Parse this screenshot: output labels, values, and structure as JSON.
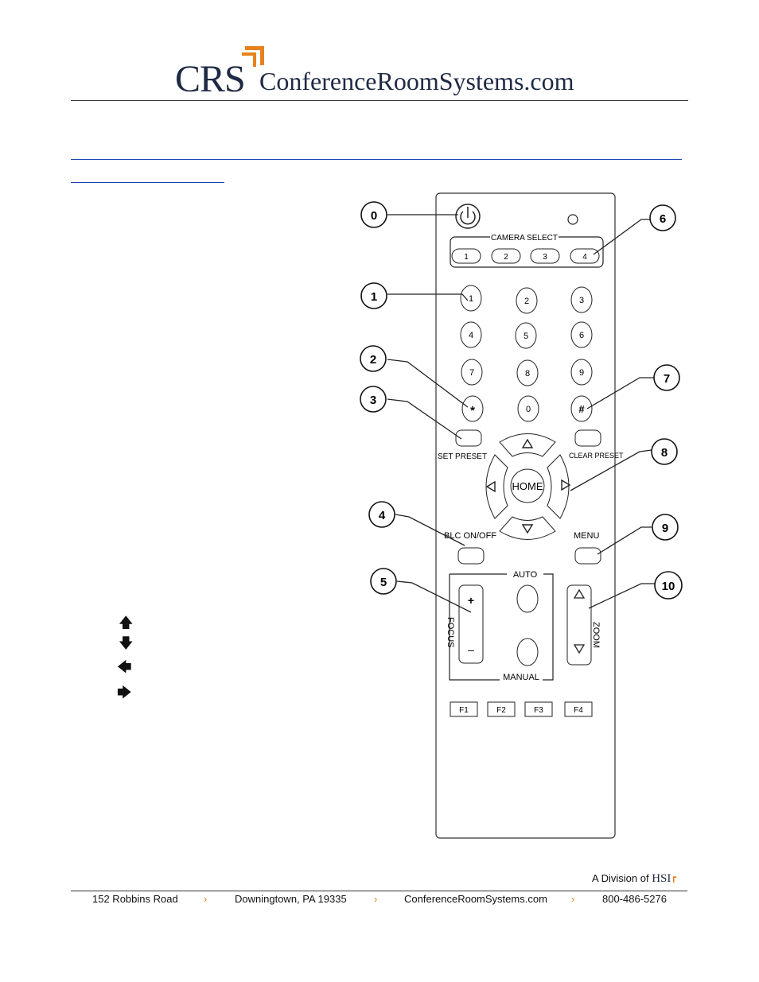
{
  "header": {
    "logo_short": "CRS",
    "logo_name": "ConferenceRoomSystems.com",
    "brand_color": "#1f2a44",
    "accent_color": "#e8821e"
  },
  "remote": {
    "power_icon": "power-icon",
    "camera_select_label": "CAMERA SELECT",
    "camera_buttons": [
      "1",
      "2",
      "3",
      "4"
    ],
    "keypad": [
      "1",
      "2",
      "3",
      "4",
      "5",
      "6",
      "7",
      "8",
      "9",
      "*",
      "0",
      "#"
    ],
    "set_preset": "SET PRESET",
    "clear_preset": "CLEAR PRESET",
    "home": "HOME",
    "blc": "BLC ON/OFF",
    "menu": "MENU",
    "auto": "AUTO",
    "manual": "MANUAL",
    "focus": "FOCUS",
    "zoom": "ZOOM",
    "focus_plus": "+",
    "focus_minus": "–",
    "function_keys": [
      "F1",
      "F2",
      "F3",
      "F4"
    ],
    "callouts": [
      "0",
      "1",
      "2",
      "3",
      "4",
      "5",
      "6",
      "7",
      "8",
      "9",
      "10"
    ]
  },
  "arrows": [
    "arrow-up-icon",
    "arrow-down-icon",
    "arrow-left-icon",
    "arrow-right-icon"
  ],
  "footer": {
    "division_prefix": "A Division of",
    "division_name": "HSI",
    "address": "152 Robbins Road",
    "city": "Downingtown, PA 19335",
    "website": "ConferenceRoomSystems.com",
    "phone": "800-486-5276",
    "separator": "›"
  }
}
